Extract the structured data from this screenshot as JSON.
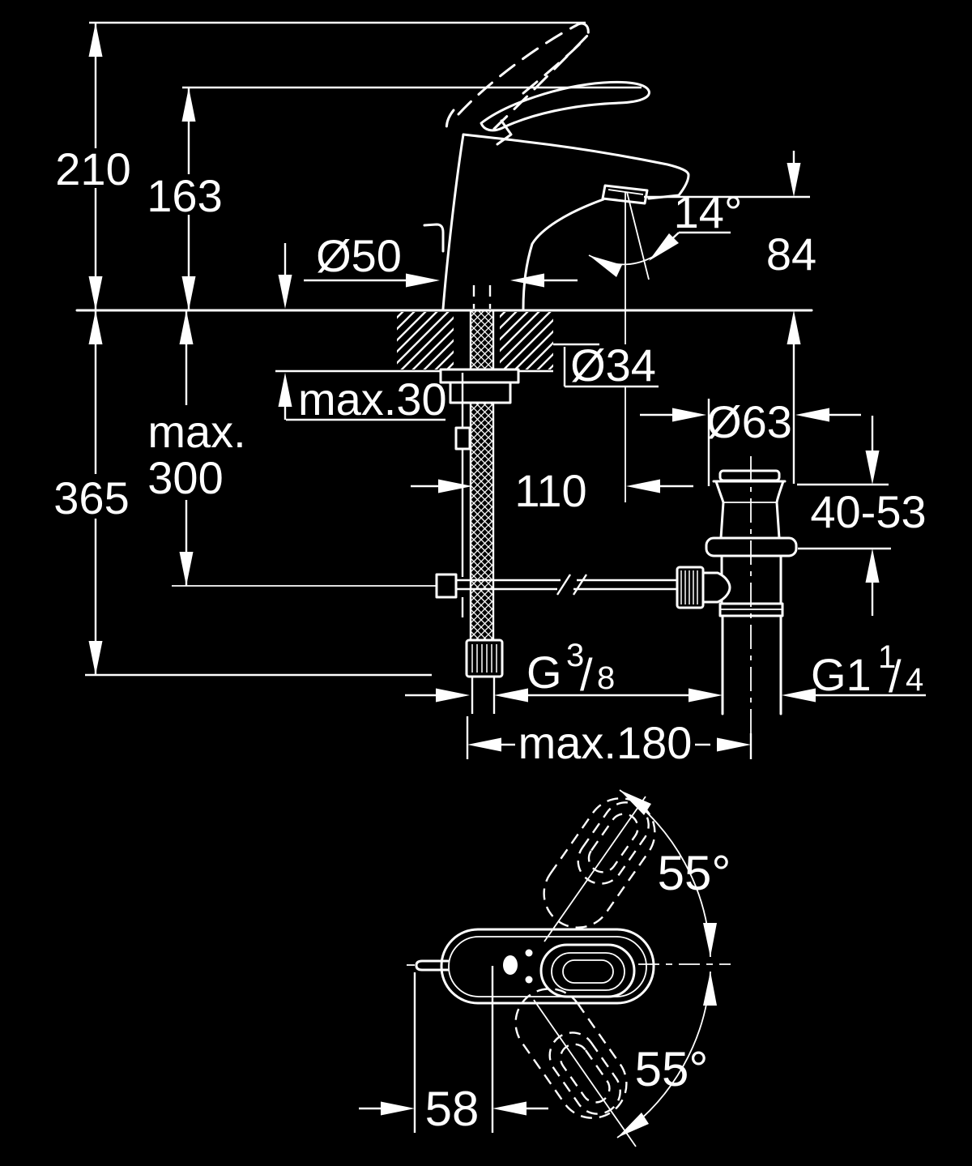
{
  "drawing": {
    "type": "technical-dimension-diagram",
    "subject": "single-lever basin mixer faucet with pop-up waste, side view with installation dimensions and top view with handle swivel angles",
    "background_color": "#000000",
    "line_color": "#ffffff",
    "dimension_labels": {
      "overall_height": "210",
      "spout_height": "163",
      "base_diameter": "Ø50",
      "spout_angle": "14°",
      "outlet_to_deck_height": "84",
      "mounting_hole_diameter": "Ø34",
      "deck_thickness": "max.30",
      "depth_below_deck_word": "max.",
      "depth_below_deck_value": "300",
      "total_depth_below_deck": "365",
      "spout_reach": "110",
      "popup_waste_diameter": "Ø63",
      "popup_adjust_range": "40-53",
      "supply_thread_main": "G",
      "supply_thread_sup": "3",
      "supply_thread_slash": "/",
      "supply_thread_sub": "8",
      "waste_thread_main": "G1",
      "waste_thread_sup": "1",
      "waste_thread_slash": "/",
      "waste_thread_sub": "4",
      "max_connection_spread": "max.180",
      "handle_swivel_upper": "55°",
      "handle_swivel_lower": "55°",
      "handle_offset": "58"
    }
  }
}
